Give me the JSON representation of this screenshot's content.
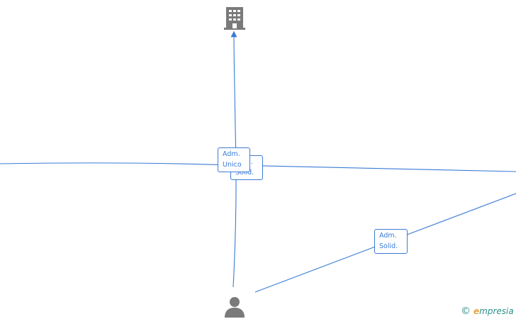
{
  "colors": {
    "edge": "#3a7bd5",
    "node_icon": "#7a7a7a",
    "watermark": "#2e8f8a"
  },
  "nodes": [
    {
      "id": "company",
      "icon": "building-icon"
    },
    {
      "id": "person",
      "icon": "person-icon"
    }
  ],
  "edges": [
    {
      "id": "adm-solid-back",
      "label_line1": "Adm.",
      "label_line2": "Solid."
    },
    {
      "id": "adm-unico",
      "label_line1": "Adm.",
      "label_line2": "Unico"
    },
    {
      "id": "adm-solid-right",
      "label_line1": "Adm.",
      "label_line2": "Solid."
    }
  ],
  "watermark": {
    "copyright_symbol": "©",
    "brand_initial": "e",
    "brand_rest": "mpresia"
  }
}
